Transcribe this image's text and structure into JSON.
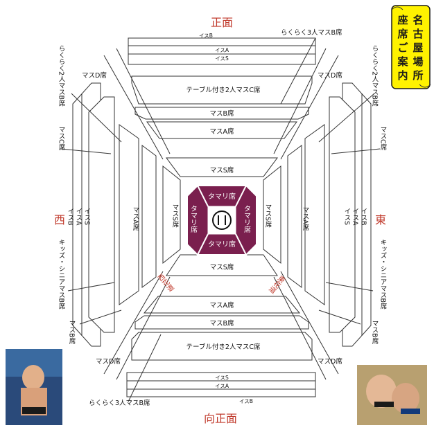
{
  "title_scroll": {
    "col1": "名古屋場所",
    "col2": "座席ご案内",
    "bg": "#fff200"
  },
  "directions": {
    "north": "正面",
    "south": "向正面",
    "west": "西",
    "east": "東"
  },
  "entrances": {
    "sw": "西花道",
    "se": "東花道"
  },
  "labels": {
    "isu_b": "イスB",
    "isu_a": "イスA",
    "isu_s": "イスS",
    "rakuraku3": "らくらく3人マスB席",
    "rakuraku2": "らくらく2人マスB席",
    "masu_d": "マスD席",
    "masu_c": "マスC席",
    "masu_b": "マスB席",
    "masu_a": "マスA席",
    "masu_s": "マスS席",
    "table2": "テーブル付き2人マスC席",
    "kids": "キッズ・シニアマスB席",
    "tamari": "タマリ席"
  },
  "colors": {
    "tamari": "#7a1f4e",
    "accent": "#c0392b",
    "line": "#333333"
  },
  "photos": {
    "left": "wrestler-photo",
    "right": "bout-photo"
  }
}
